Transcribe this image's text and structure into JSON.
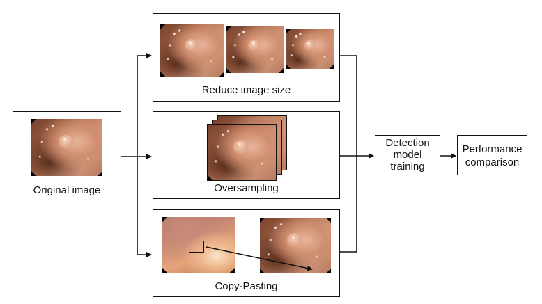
{
  "nodes": {
    "original": "Original image",
    "reduce": "Reduce image size",
    "oversampling": "Oversampling",
    "copy_pasting": "Copy-Pasting",
    "detection": "Detection\nmodel\ntraining",
    "performance": "Performance\ncomparison"
  },
  "colors": {
    "line": "#111111",
    "background": "#ffffff"
  }
}
